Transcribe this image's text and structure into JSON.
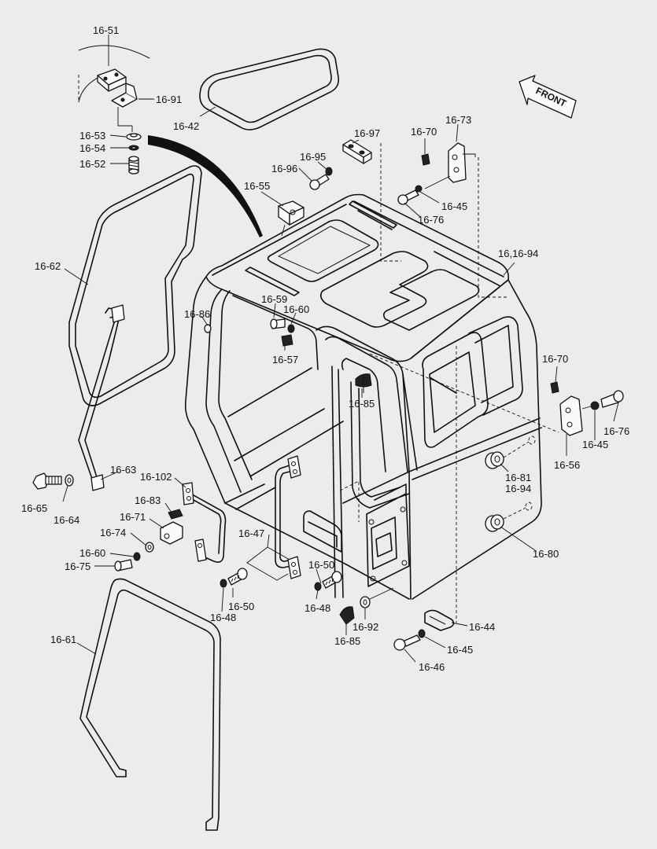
{
  "direction_label": "FRONT",
  "labels": {
    "p16_51": "16-51",
    "p16_91": "16-91",
    "p16_42": "16-42",
    "p16_53": "16-53",
    "p16_54": "16-54",
    "p16_52": "16-52",
    "p16_97": "16-97",
    "p16_95": "16-95",
    "p16_96": "16-96",
    "p16_70_top": "16-70",
    "p16_73": "16-73",
    "p16_45_top": "16-45",
    "p16_76_top": "16-76",
    "p16_55": "16-55",
    "p16_16_94": "16,16-94",
    "p16_62": "16-62",
    "p16_59": "16-59",
    "p16_60_top": "16-60",
    "p16_86": "16-86",
    "p16_57": "16-57",
    "p16_85_top": "16-85",
    "p16_70_right": "16-70",
    "p16_76_right": "16-76",
    "p16_45_right": "16-45",
    "p16_56": "16-56",
    "p16_81": "16-81",
    "p16_94": "16-94",
    "p16_80": "16-80",
    "p16_63": "16-63",
    "p16_102": "16-102",
    "p16_65": "16-65",
    "p16_64": "16-64",
    "p16_83": "16-83",
    "p16_71": "16-71",
    "p16_74": "16-74",
    "p16_60_bottom": "16-60",
    "p16_75": "16-75",
    "p16_47": "16-47",
    "p16_50_right": "16-50",
    "p16_48_right": "16-48",
    "p16_50_left": "16-50",
    "p16_48_left": "16-48",
    "p16_92": "16-92",
    "p16_85_bottom": "16-85",
    "p16_44": "16-44",
    "p16_45_bottom": "16-45",
    "p16_46": "16-46",
    "p16_61": "16-61"
  }
}
